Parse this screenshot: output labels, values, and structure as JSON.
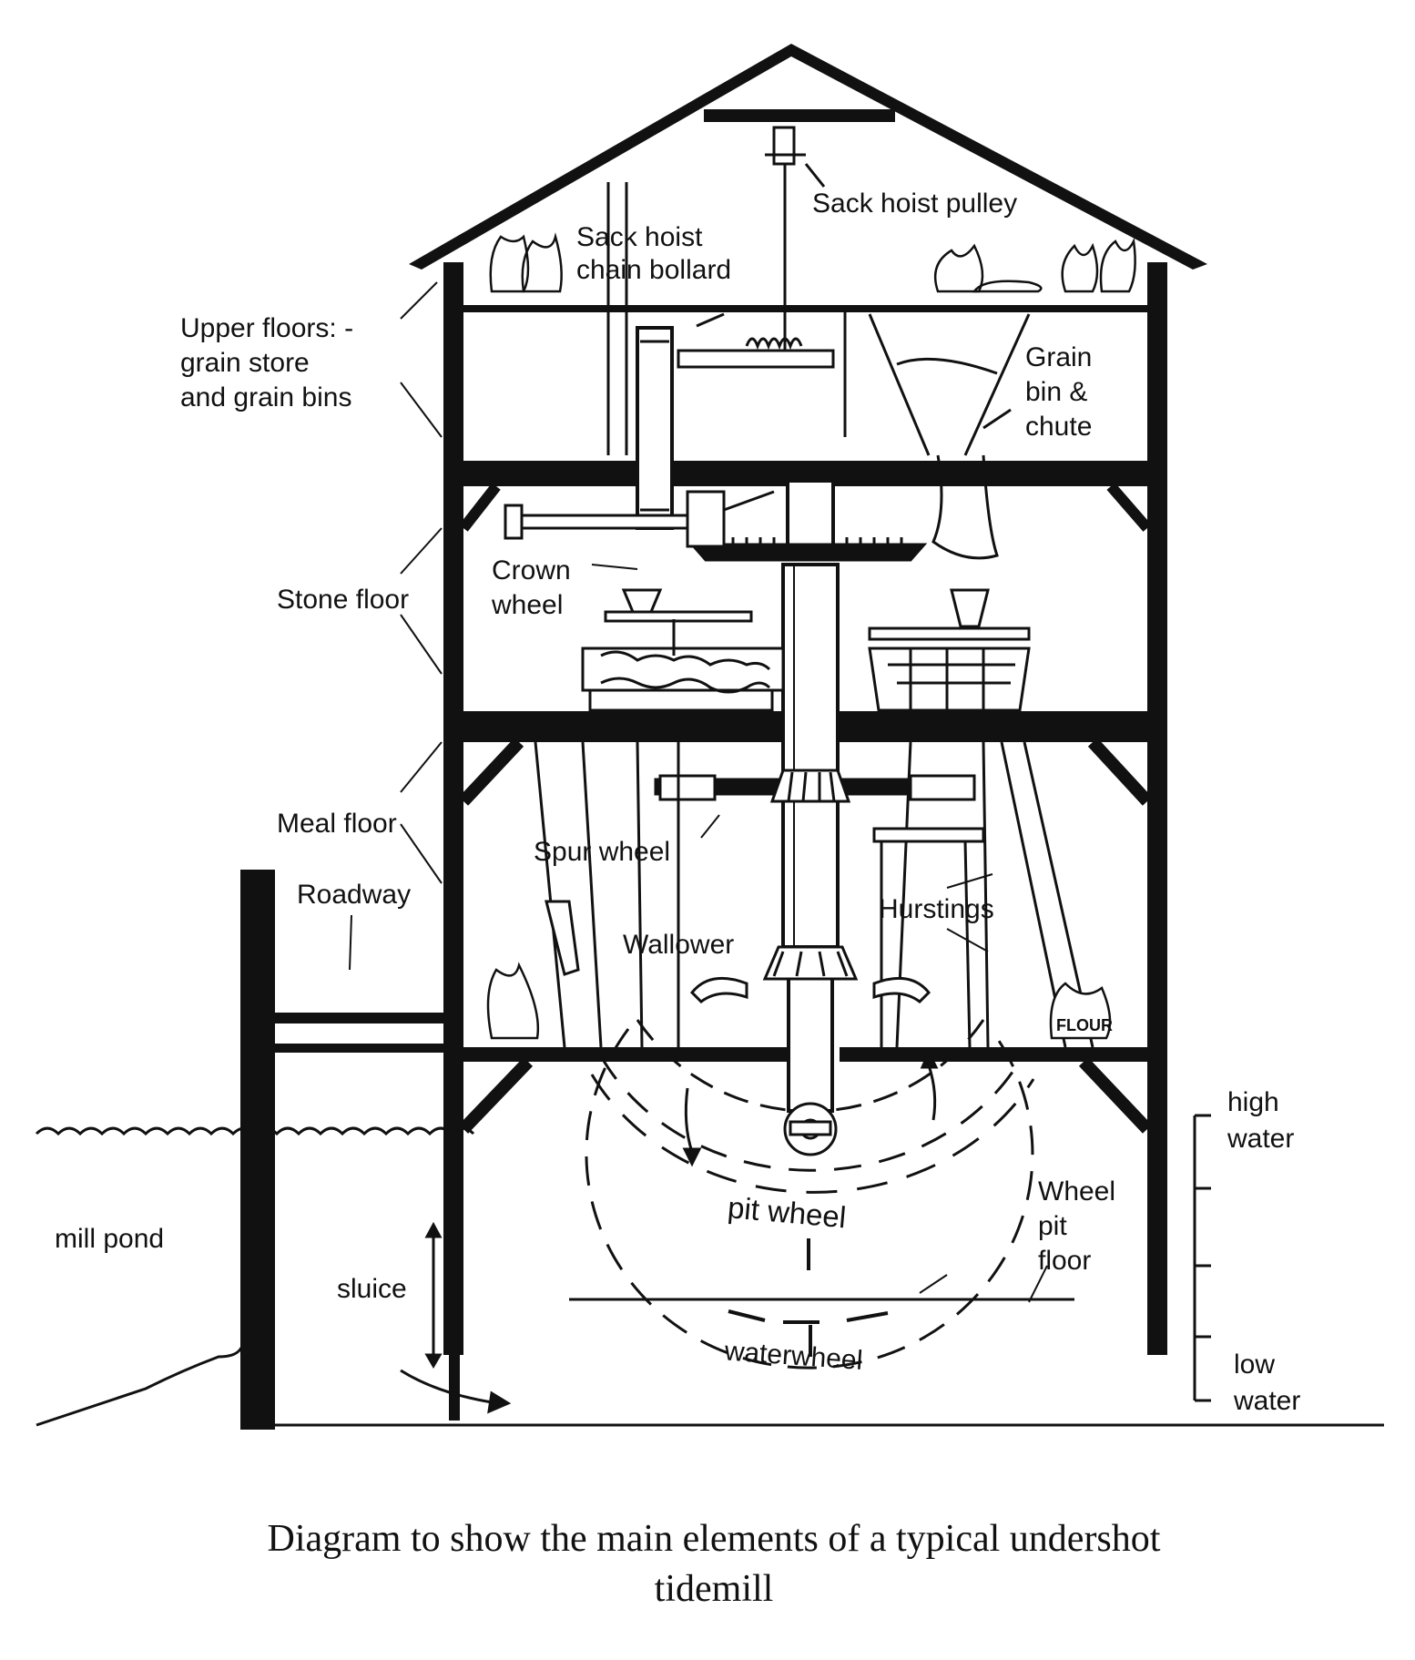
{
  "labels": {
    "sack_hoist_pulley": "Sack hoist pulley",
    "sack_hoist_chain_bollard_1": "Sack hoist",
    "sack_hoist_chain_bollard_2": "chain bollard",
    "upper_floors_1": "Upper floors: -",
    "upper_floors_2": "grain store",
    "upper_floors_3": "and grain bins",
    "grain_bin_1": "Grain",
    "grain_bin_2": "bin &",
    "grain_bin_3": "chute",
    "crown_wheel_1": "Crown",
    "crown_wheel_2": "wheel",
    "stone_floor": "Stone floor",
    "meal_floor": "Meal floor",
    "roadway": "Roadway",
    "spur_wheel": "Spur wheel",
    "hurstings": "Hurstings",
    "wallower": "Wallower",
    "high_water_1": "high",
    "high_water_2": "water",
    "wheel_pit_floor_1": "Wheel",
    "wheel_pit_floor_2": "pit",
    "wheel_pit_floor_3": "floor",
    "mill_pond": "mill pond",
    "sluice": "sluice",
    "pit_wheel": "pit wheel",
    "waterwheel": "waterwheel",
    "low_water_1": "low",
    "low_water_2": "water",
    "flour_bag": "FLOUR"
  },
  "caption": {
    "line1": "Diagram to show the main elements of a typical undershot",
    "line2": "tidemill"
  },
  "colors": {
    "ink": "#111111",
    "background": "#ffffff"
  }
}
